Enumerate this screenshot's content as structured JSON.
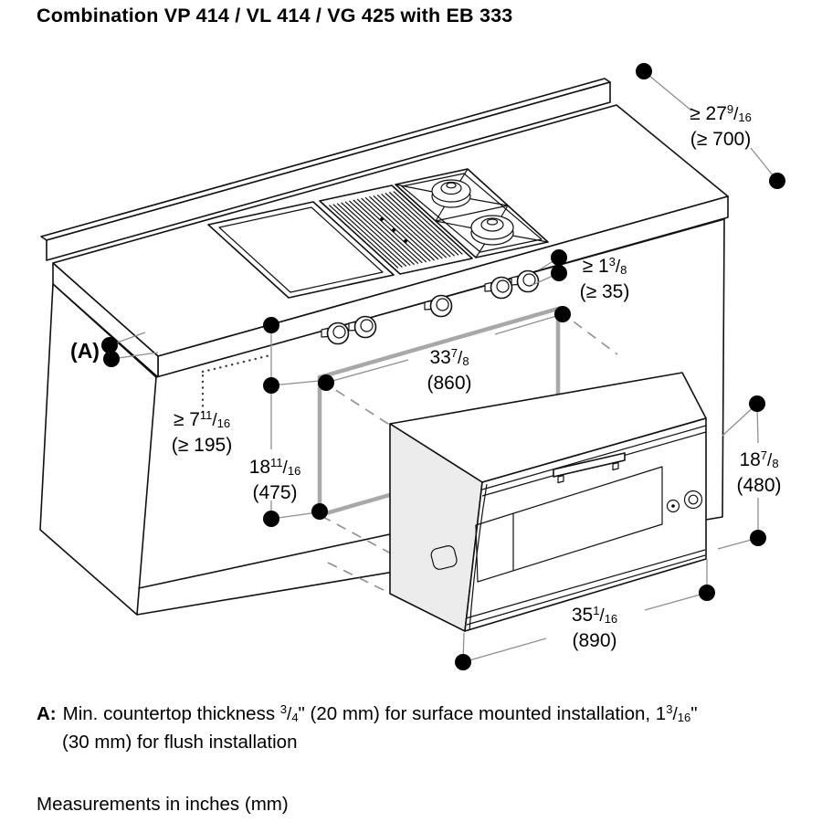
{
  "title": "Combination VP 414 / VL 414 / VG 425 with EB 333",
  "typography": {
    "fraction_separator": "/"
  },
  "dims": {
    "worktop_depth": {
      "pre": "≥ 27",
      "num": "9",
      "den": "16",
      "mm": "(≥ 700)"
    },
    "hob_clearance": {
      "pre": "≥ 1",
      "num": "3",
      "den": "8",
      "mm": "(≥ 35)"
    },
    "niche_width": {
      "pre": "33",
      "num": "7",
      "den": "8",
      "mm": "(860)"
    },
    "side_clearance": {
      "pre": "≥ 7",
      "num": "11",
      "den": "16",
      "mm": "(≥ 195)"
    },
    "niche_height": {
      "pre": "18",
      "num": "11",
      "den": "16",
      "mm": "(475)"
    },
    "oven_height": {
      "pre": "18",
      "num": "7",
      "den": "8",
      "mm": "(480)"
    },
    "oven_width": {
      "pre": "35",
      "num": "1",
      "den": "16",
      "mm": "(890)"
    }
  },
  "label_a": "(A)",
  "note": {
    "label": "A:",
    "line1": [
      {
        "t": "Min. countertop thickness "
      },
      {
        "num": "3",
        "den": "4"
      },
      {
        "t": "\" (20 mm) for surface mounted installation, 1"
      },
      {
        "num": "3",
        "den": "16"
      },
      {
        "t": "\""
      }
    ],
    "line2": [
      {
        "t": "(30 mm) for flush installation"
      }
    ]
  },
  "footer": "Measurements in inches (mm)",
  "colors": {
    "line": "#111111",
    "niche_highlight": "#a8a8a8",
    "leader": "#8f8f8f",
    "oven_side_shade": "#ececec",
    "background": "#ffffff"
  }
}
